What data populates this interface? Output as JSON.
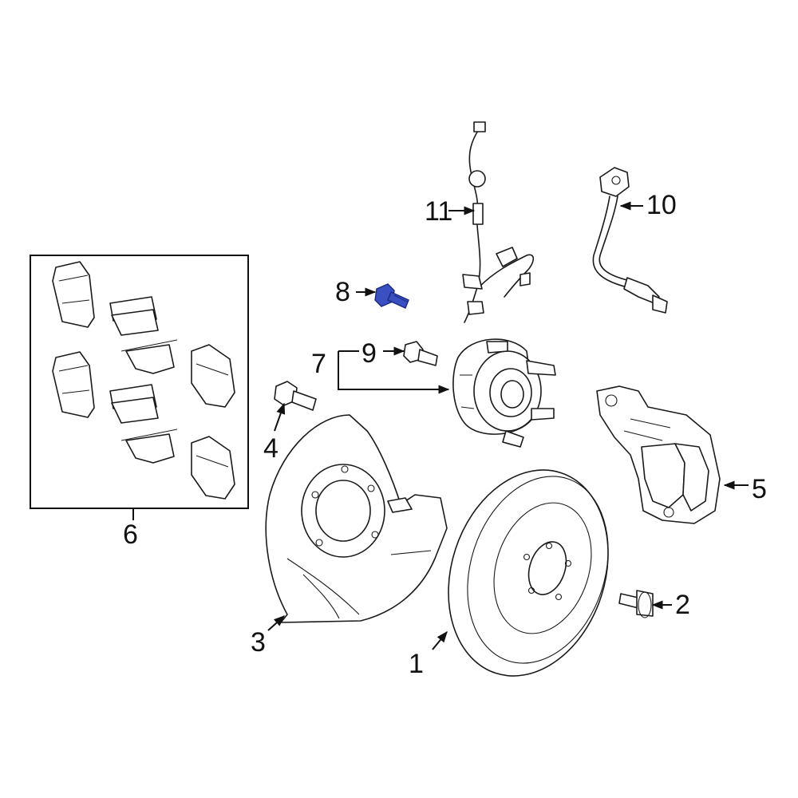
{
  "diagram": {
    "callouts": [
      {
        "id": "1",
        "label": "1"
      },
      {
        "id": "2",
        "label": "2"
      },
      {
        "id": "3",
        "label": "3"
      },
      {
        "id": "4",
        "label": "4"
      },
      {
        "id": "5",
        "label": "5"
      },
      {
        "id": "6",
        "label": "6"
      },
      {
        "id": "7",
        "label": "7"
      },
      {
        "id": "8",
        "label": "8"
      },
      {
        "id": "9",
        "label": "9"
      },
      {
        "id": "10",
        "label": "10"
      },
      {
        "id": "11",
        "label": "11"
      }
    ],
    "highlight_color": "#3a4fc0",
    "line_color": "#1a1a1a"
  }
}
